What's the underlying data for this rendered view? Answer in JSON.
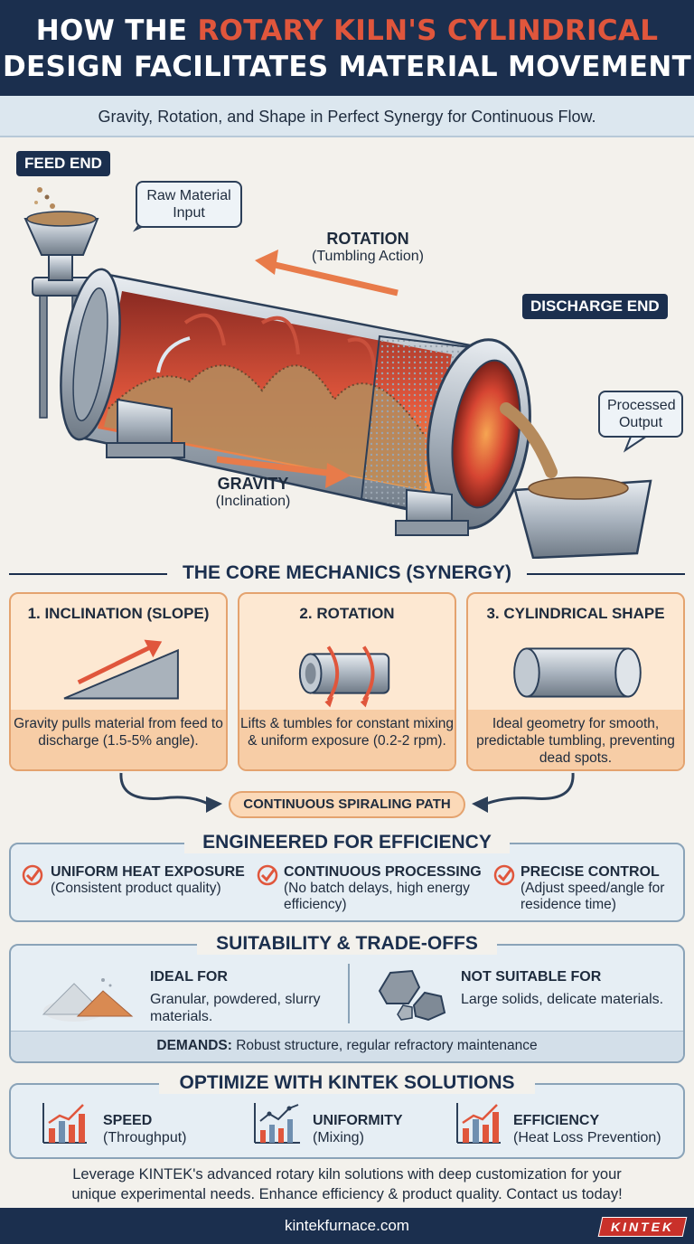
{
  "header": {
    "title_part1": "HOW THE ",
    "title_accent": "ROTARY KILN'S CYLINDRICAL",
    "title_line2": "DESIGN FACILITATES MATERIAL MOVEMENT",
    "subtitle": "Gravity, Rotation, and Shape in Perfect Synergy for Continuous Flow."
  },
  "hero": {
    "feed_end": "FEED END",
    "raw_material": "Raw Material Input",
    "rotation_title": "ROTATION",
    "rotation_sub": "(Tumbling Action)",
    "discharge_end": "DISCHARGE END",
    "processed_output": "Processed Output",
    "gravity_title": "GRAVITY",
    "gravity_sub": "(Inclination)"
  },
  "mechanics": {
    "heading": "THE CORE MECHANICS (SYNERGY)",
    "cards": [
      {
        "title": "1. INCLINATION (SLOPE)",
        "desc": "Gravity pulls material from feed to discharge (1.5-5% angle)."
      },
      {
        "title": "2. ROTATION",
        "desc": "Lifts & tumbles for constant mixing & uniform exposure (0.2-2 rpm)."
      },
      {
        "title": "3. CYLINDRICAL SHAPE",
        "desc": "Ideal geometry for smooth, predictable tumbling, preventing dead spots."
      }
    ],
    "path_label": "CONTINUOUS SPIRALING PATH"
  },
  "efficiency": {
    "heading": "ENGINEERED FOR EFFICIENCY",
    "items": [
      {
        "title": "UNIFORM HEAT EXPOSURE",
        "desc": "(Consistent product quality)"
      },
      {
        "title": "CONTINUOUS PROCESSING",
        "desc": "(No batch delays, high energy efficiency)"
      },
      {
        "title": "PRECISE CONTROL",
        "desc": "(Adjust speed/angle for residence time)"
      }
    ]
  },
  "suitability": {
    "heading": "SUITABILITY & TRADE-OFFS",
    "ideal_title": "IDEAL FOR",
    "ideal_desc": "Granular, powdered, slurry materials.",
    "not_title": "NOT SUITABLE FOR",
    "not_desc": "Large solids, delicate materials.",
    "demands_label": "DEMANDS:",
    "demands_text": " Robust structure, regular refractory maintenance"
  },
  "optimize": {
    "heading": "OPTIMIZE WITH KINTEK SOLUTIONS",
    "items": [
      {
        "title": "SPEED",
        "desc": "(Throughput)",
        "icon": "bar-chart-icon"
      },
      {
        "title": "UNIFORMITY",
        "desc": "(Mixing)",
        "icon": "line-chart-icon"
      },
      {
        "title": "EFFICIENCY",
        "desc": "(Heat Loss Prevention)",
        "icon": "bar-chart-icon"
      }
    ]
  },
  "cta": {
    "line1": "Leverage KINTEK's advanced rotary kiln solutions with deep customization for your",
    "line2": "unique experimental needs. Enhance efficiency & product quality. Contact us today!"
  },
  "footer": {
    "url": "kintekfurnace.com",
    "logo": "KINTEK"
  },
  "colors": {
    "navy": "#1b2f4e",
    "accent_red": "#e0563c",
    "orange_card": "#fde8d2",
    "panel_blue": "#e6eef4"
  }
}
